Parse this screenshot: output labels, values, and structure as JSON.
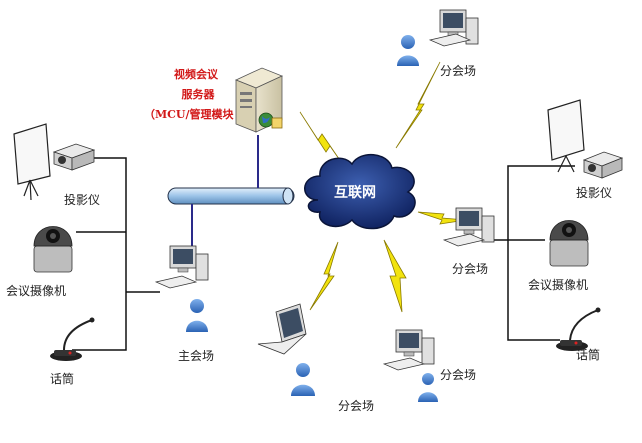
{
  "labels": {
    "server_line1": "视频会议",
    "server_line2": "服务器",
    "server_line3": "（MCU/管理模块",
    "internet": "互联网",
    "projector_left": "投影仪",
    "projector_right": "投影仪",
    "camera_left": "会议摄像机",
    "camera_right": "会议摄像机",
    "mic_left": "话筒",
    "mic_right": "话筒",
    "main_venue": "主会场",
    "branch_top": "分会场",
    "branch_right": "分会场",
    "branch_bottom_left": "分会场",
    "branch_bottom_right": "分会场"
  },
  "colors": {
    "cloud": "#0d1f5c",
    "bolt": "#f2e30e",
    "bus": "#9cc3e8",
    "server_link": "#2a2a8a",
    "user": "#3b78c9",
    "server_title": "#d21818"
  }
}
